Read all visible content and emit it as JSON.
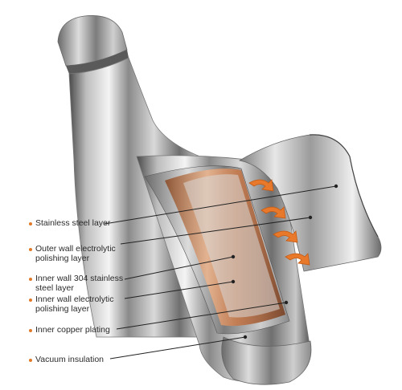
{
  "accent_color": "#e07a2a",
  "labels": [
    {
      "text_lines": [
        "Stainless steel layer"
      ]
    },
    {
      "text_lines": [
        "Outer wall electrolytic",
        "polishing layer"
      ]
    },
    {
      "text_lines": [
        "Inner wall 304 stainless",
        "steel layer"
      ]
    },
    {
      "text_lines": [
        "Inner wall electrolytic",
        "polishing layer"
      ]
    },
    {
      "text_lines": [
        "Inner copper plating"
      ]
    },
    {
      "text_lines": [
        "Vacuum insulation"
      ]
    }
  ],
  "icons": [
    "heat-arrow-icon"
  ]
}
